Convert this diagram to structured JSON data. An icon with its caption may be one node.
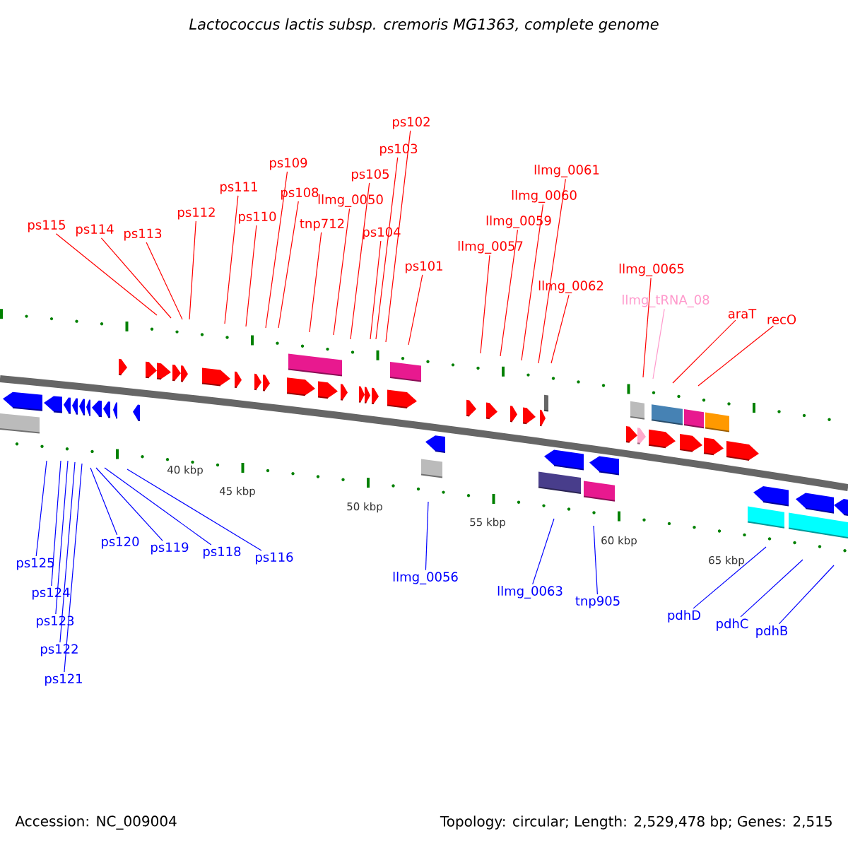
{
  "diagram": {
    "title": "Lactococcus lactis subsp. cremoris MG1363, complete genome",
    "nodes": [
      {
        "text": [
          "ps115"
        ]
      },
      {
        "text": [
          "ps114"
        ]
      },
      {
        "text": [
          "ps113"
        ]
      },
      {
        "text": [
          "ps112"
        ]
      },
      {
        "text": [
          "ps111"
        ]
      },
      {
        "text": [
          "ps110"
        ]
      },
      {
        "text": [
          "ps109"
        ]
      },
      {
        "text": [
          "ps108"
        ]
      },
      {
        "text": [
          "tnp712"
        ]
      },
      {
        "text": [
          "llmg_0050"
        ]
      },
      {
        "text": [
          "ps105"
        ]
      },
      {
        "text": [
          "ps104"
        ]
      },
      {
        "text": [
          "ps103"
        ]
      },
      {
        "text": [
          "ps102"
        ]
      },
      {
        "text": [
          "ps101"
        ]
      },
      {
        "text": [
          "llmg_0057"
        ]
      },
      {
        "text": [
          "llmg_0059"
        ]
      },
      {
        "text": [
          "llmg_0060"
        ]
      },
      {
        "text": [
          "llmg_0061"
        ]
      },
      {
        "text": [
          "llmg_0062"
        ]
      },
      {
        "text": [
          "llmg_0065"
        ]
      },
      {
        "text": [
          "llmg_tRNA_08"
        ]
      },
      {
        "text": [
          "araT"
        ]
      },
      {
        "text": [
          "recO"
        ]
      },
      {
        "text": [
          "ps125"
        ]
      },
      {
        "text": [
          "ps124"
        ]
      },
      {
        "text": [
          "ps123"
        ]
      },
      {
        "text": [
          "ps122"
        ]
      },
      {
        "text": [
          "ps121"
        ]
      },
      {
        "text": [
          "ps120"
        ]
      },
      {
        "text": [
          "ps119"
        ]
      },
      {
        "text": [
          "ps118"
        ]
      },
      {
        "text": [
          "ps116"
        ]
      },
      {
        "text": [
          "llmg_0056"
        ]
      },
      {
        "text": [
          "llmg_0063"
        ]
      },
      {
        "text": [
          "tnp905"
        ]
      },
      {
        "text": [
          "pdhD"
        ]
      },
      {
        "text": [
          "pdhC"
        ]
      },
      {
        "text": [
          "pdhB"
        ]
      }
    ],
    "edges": [
      {
        "from": 0,
        "to": null,
        "arrow": "none"
      },
      {
        "from": 1,
        "to": null,
        "arrow": "none"
      },
      {
        "from": 2,
        "to": null,
        "arrow": "none"
      },
      {
        "from": 3,
        "to": null,
        "arrow": "none"
      },
      {
        "from": 4,
        "to": null,
        "arrow": "none"
      },
      {
        "from": 5,
        "to": null,
        "arrow": "none"
      },
      {
        "from": 6,
        "to": null,
        "arrow": "none"
      },
      {
        "from": 7,
        "to": null,
        "arrow": "none"
      },
      {
        "from": 8,
        "to": null,
        "arrow": "none"
      },
      {
        "from": 9,
        "to": null,
        "arrow": "none"
      },
      {
        "from": 10,
        "to": null,
        "arrow": "none"
      },
      {
        "from": 11,
        "to": null,
        "arrow": "none"
      },
      {
        "from": 12,
        "to": null,
        "arrow": "none"
      },
      {
        "from": 13,
        "to": null,
        "arrow": "none"
      },
      {
        "from": 14,
        "to": null,
        "arrow": "none"
      },
      {
        "from": 15,
        "to": null,
        "arrow": "none"
      },
      {
        "from": 16,
        "to": null,
        "arrow": "none"
      },
      {
        "from": 17,
        "to": null,
        "arrow": "none"
      },
      {
        "from": 18,
        "to": null,
        "arrow": "none"
      },
      {
        "from": 19,
        "to": null,
        "arrow": "none"
      },
      {
        "from": 20,
        "to": null,
        "arrow": "none"
      },
      {
        "from": 21,
        "to": null,
        "arrow": "none",
        "color": "#ff99cc"
      },
      {
        "from": 22,
        "to": null,
        "arrow": "none"
      },
      {
        "from": 23,
        "to": null,
        "arrow": "none"
      },
      {
        "from": 24,
        "to": null,
        "arrow": "none",
        "color": "#0000ff"
      },
      {
        "from": 25,
        "to": null,
        "arrow": "none",
        "color": "#0000ff"
      },
      {
        "from": 26,
        "to": null,
        "arrow": "none",
        "color": "#0000ff"
      },
      {
        "from": 27,
        "to": null,
        "arrow": "none",
        "color": "#0000ff"
      },
      {
        "from": 28,
        "to": null,
        "arrow": "none",
        "color": "#0000ff"
      },
      {
        "from": 29,
        "to": null,
        "arrow": "none",
        "color": "#0000ff"
      },
      {
        "from": 30,
        "to": null,
        "arrow": "none",
        "color": "#0000ff"
      },
      {
        "from": 31,
        "to": null,
        "arrow": "none",
        "color": "#0000ff"
      },
      {
        "from": 32,
        "to": null,
        "arrow": "none",
        "color": "#0000ff"
      },
      {
        "from": 33,
        "to": null,
        "arrow": "none",
        "color": "#0000ff"
      },
      {
        "from": 34,
        "to": null,
        "arrow": "none",
        "color": "#0000ff"
      },
      {
        "from": 35,
        "to": null,
        "arrow": "none",
        "color": "#0000ff"
      },
      {
        "from": 36,
        "to": null,
        "arrow": "none",
        "color": "#0000ff"
      },
      {
        "from": 37,
        "to": null,
        "arrow": "none",
        "color": "#0000ff"
      },
      {
        "from": 38,
        "to": null,
        "arrow": "none",
        "color": "#0000ff"
      }
    ],
    "labels": [
      "40 kbp",
      "45 kbp",
      "50 kbp",
      "55 kbp",
      "60 kbp",
      "65 kbp",
      "Accession: NC_009004",
      "Topology: circular; Length: 2,529,478 bp; Genes: 2,515"
    ]
  }
}
